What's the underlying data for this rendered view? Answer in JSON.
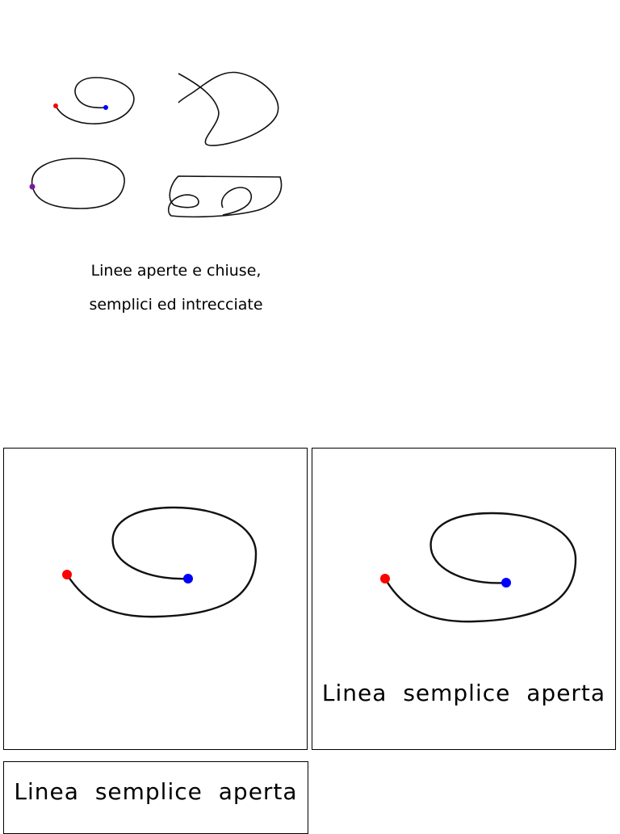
{
  "caption": {
    "line1": "Linee aperte e chiuse,",
    "line2": "semplici ed intrecciate"
  },
  "cards": {
    "picture_label": "Linea semplice aperta",
    "text_label": "Linea semplice aperta"
  },
  "colors": {
    "start_point": "#ff0000",
    "end_point": "#0000ff",
    "line": "#111111"
  }
}
